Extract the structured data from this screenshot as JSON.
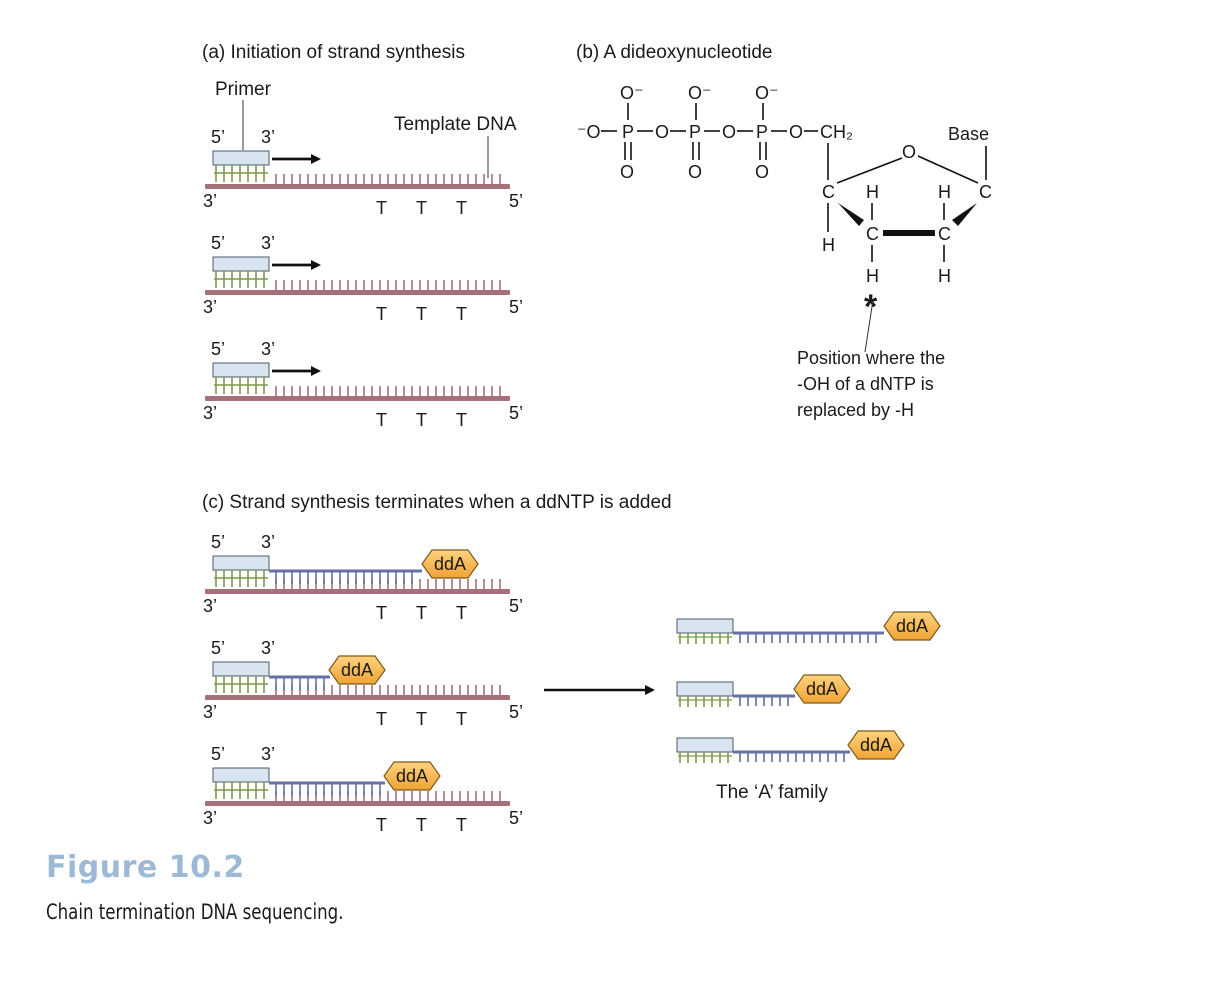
{
  "panels": {
    "a": {
      "title": "(a)  Initiation of strand synthesis",
      "primer_label": "Primer",
      "template_label": "Template DNA"
    },
    "b": {
      "title": "(b)  A dideoxynucleotide",
      "o_minus": "O⁻",
      "o_minus_left": "⁻O",
      "p": "P",
      "o": "O",
      "ch2": "CH₂",
      "base": "Base",
      "ring_o": "O",
      "c": "C",
      "h": "H",
      "asterisk": "*",
      "note_lines": [
        "Position where the",
        "-OH of a dNTP is",
        "replaced by -H"
      ]
    },
    "c": {
      "title": "(c)  Strand synthesis terminates when a ddNTP is added",
      "family_label": "The ‘A’ family"
    }
  },
  "strand_labels": {
    "five_prime": "5’",
    "three_prime": "3’",
    "t": "T"
  },
  "terminator_label": "ddA",
  "figure": {
    "number": "Figure 10.2",
    "caption": "Chain termination DNA sequencing."
  },
  "colors": {
    "template_strand": "#a6707a",
    "primer_fill": "#d8e4ef",
    "primer_teeth": "#7c9a4b",
    "new_strand": "#6472a6",
    "ddA_fill": "#f5b04a",
    "figure_label": "#9db9d6"
  }
}
